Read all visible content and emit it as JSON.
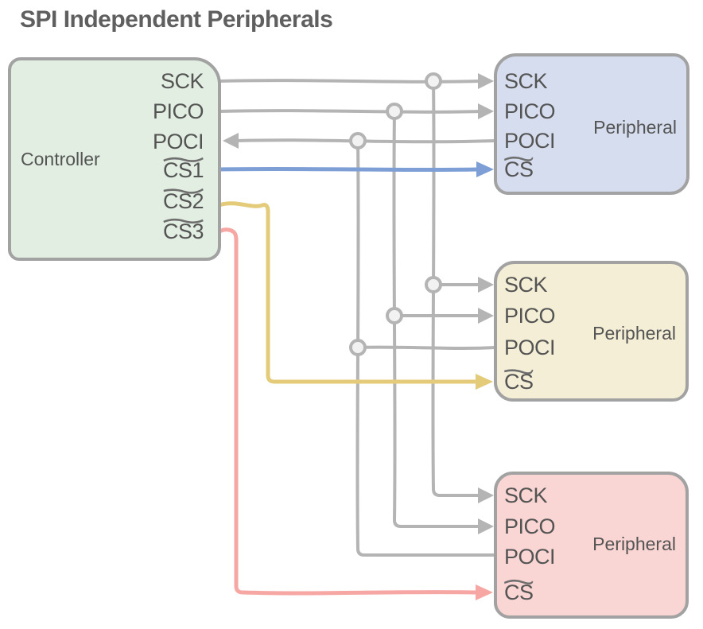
{
  "title": "SPI Independent Peripherals",
  "controller": {
    "label": "Controller",
    "pins": [
      "SCK",
      "PICO",
      "POCI",
      "CS1",
      "CS2",
      "CS3"
    ]
  },
  "peripherals": [
    {
      "label": "Peripheral",
      "pins": [
        "SCK",
        "PICO",
        "POCI",
        "CS"
      ]
    },
    {
      "label": "Peripheral",
      "pins": [
        "SCK",
        "PICO",
        "POCI",
        "CS"
      ]
    },
    {
      "label": "Peripheral",
      "pins": [
        "SCK",
        "PICO",
        "POCI",
        "CS"
      ]
    }
  ],
  "colors": {
    "title_text": "#5f5f5f",
    "text": "#545454",
    "box_border": "#a2a2a2",
    "wire": "#b4b4b4",
    "junction_fill": "#f2f2f2",
    "overline": "#6f6f6f",
    "controller_fill": "#e2eee2",
    "peripheral1_fill": "#d6ddee",
    "peripheral2_fill": "#f4eed6",
    "peripheral3_fill": "#f9d5d3",
    "cs1_wire": "#7e9fd6",
    "cs2_wire": "#e3cb7a",
    "cs3_wire": "#f6a7a3"
  }
}
